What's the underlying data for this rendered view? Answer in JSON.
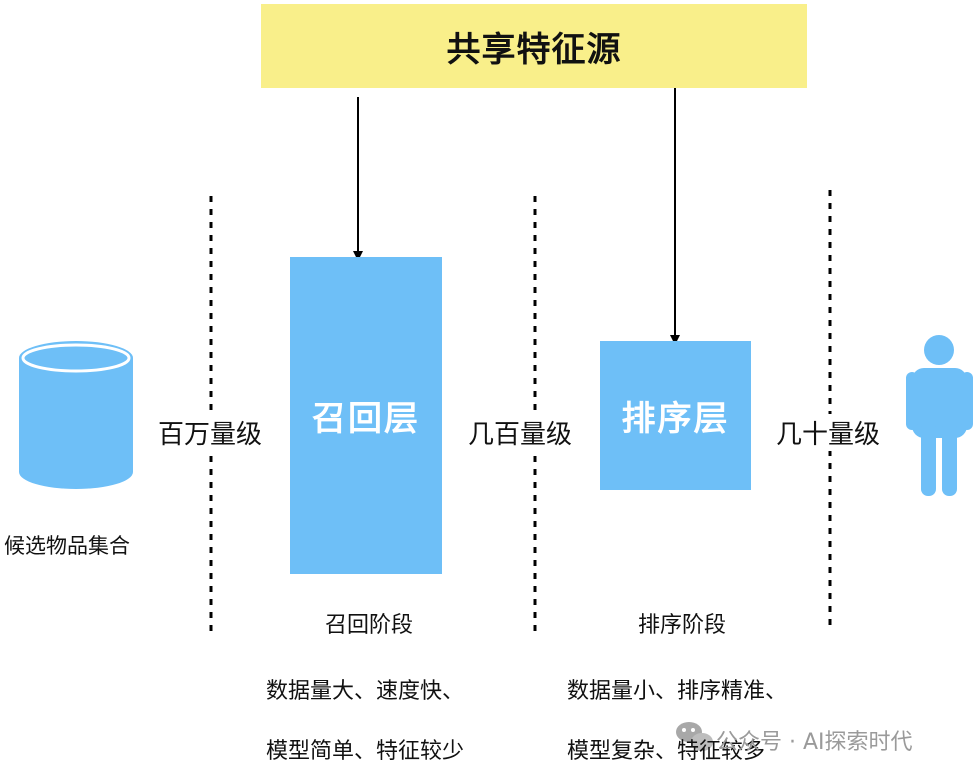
{
  "shared_source": {
    "title": "共享特征源"
  },
  "candidates": {
    "label": "候选物品集合"
  },
  "scales": {
    "millions": "百万量级",
    "hundreds": "几百量级",
    "tens": "几十量级"
  },
  "recall": {
    "title": "召回层",
    "phase": "召回阶段",
    "desc_line1": "数据量大、速度快、",
    "desc_line2": "模型简单、特征较少"
  },
  "rank": {
    "title": "排序层",
    "phase": "排序阶段",
    "desc_line1": "数据量小、排序精准、",
    "desc_line2": "模型复杂、特征较多"
  },
  "watermark": {
    "text": "公众号 · AI探索时代",
    "icon": "wechat-icon"
  },
  "colors": {
    "shared_box": "#f9ef8a",
    "stage_box": "#6ebff7",
    "icon_blue": "#6ebff7"
  }
}
